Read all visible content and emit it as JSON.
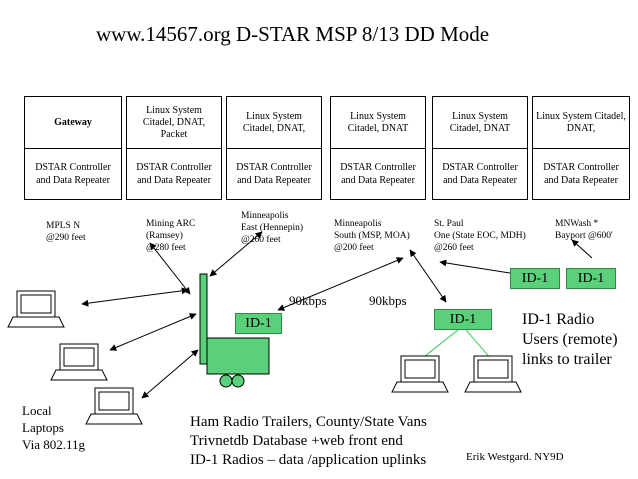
{
  "title": "www.14567.org D-STAR MSP 8/13  DD Mode",
  "colors": {
    "box_fill": "#5ad07a",
    "trailer_fill": "#5ad07a",
    "line": "#000000"
  },
  "boxes": [
    {
      "top": "Gateway",
      "bottom": "DSTAR Controller and Data Repeater"
    },
    {
      "top": "Linux System Citadel, DNAT, Packet",
      "bottom": "DSTAR Controller and Data Repeater"
    },
    {
      "top": "Linux System Citadel, DNAT,",
      "bottom": "DSTAR Controller and Data Repeater"
    },
    {
      "top": "Linux System Citadel, DNAT",
      "bottom": "DSTAR Controller and Data Repeater"
    },
    {
      "top": "Linux System Citadel, DNAT",
      "bottom": "DSTAR Controller and Data Repeater"
    },
    {
      "top": "Linux System Citadel, DNAT,",
      "bottom": "DSTAR Controller and Data Repeater"
    }
  ],
  "sites": [
    "MPLS N\n@290 feet",
    "Mining ARC\n(Ramsey)\n@280 feet",
    "Minneapolis\nEast (Hennepin)\n@260 feet",
    "Minneapolis\nSouth (MSP, MOA)\n@200 feet",
    "St. Paul\nOne (State EOC, MDH)\n@260 feet",
    "MNWash *\nBayport @600'"
  ],
  "speed_left": "90kbps",
  "speed_right": "90kbps",
  "id1_label": "ID-1",
  "remote_users": "ID-1 Radio\nUsers (remote)\nlinks to trailer",
  "local_laptops": "Local\nLaptops\nVia 802.11g",
  "trailer_caption": "Ham Radio Trailers, County/State Vans\nTrivnetdb Database +web front end\nID-1 Radios – data /application uplinks",
  "credit": "Erik Westgard. NY9D"
}
